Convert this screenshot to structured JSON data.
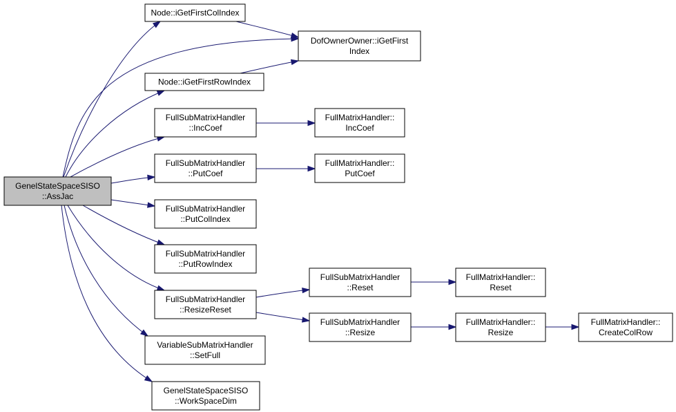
{
  "graph": {
    "root": {
      "id": "root",
      "lines": [
        "GenelStateSpaceSISO",
        "::AssJac"
      ]
    },
    "nodes": [
      {
        "id": "n1",
        "lines": [
          "Node::iGetFirstColIndex"
        ]
      },
      {
        "id": "n2",
        "lines": [
          "DofOwnerOwner::iGetFirst",
          "Index"
        ]
      },
      {
        "id": "n3",
        "lines": [
          "Node::iGetFirstRowIndex"
        ]
      },
      {
        "id": "n4",
        "lines": [
          "FullSubMatrixHandler",
          "::IncCoef"
        ]
      },
      {
        "id": "n5",
        "lines": [
          "FullMatrixHandler::",
          "IncCoef"
        ]
      },
      {
        "id": "n6",
        "lines": [
          "FullSubMatrixHandler",
          "::PutCoef"
        ]
      },
      {
        "id": "n7",
        "lines": [
          "FullMatrixHandler::",
          "PutCoef"
        ]
      },
      {
        "id": "n8",
        "lines": [
          "FullSubMatrixHandler",
          "::PutColIndex"
        ]
      },
      {
        "id": "n9",
        "lines": [
          "FullSubMatrixHandler",
          "::PutRowIndex"
        ]
      },
      {
        "id": "n10",
        "lines": [
          "FullSubMatrixHandler",
          "::ResizeReset"
        ]
      },
      {
        "id": "n11",
        "lines": [
          "FullSubMatrixHandler",
          "::Reset"
        ]
      },
      {
        "id": "n12",
        "lines": [
          "FullMatrixHandler::",
          "Reset"
        ]
      },
      {
        "id": "n13",
        "lines": [
          "FullSubMatrixHandler",
          "::Resize"
        ]
      },
      {
        "id": "n14",
        "lines": [
          "FullMatrixHandler::",
          "Resize"
        ]
      },
      {
        "id": "n15",
        "lines": [
          "FullMatrixHandler::",
          "CreateColRow"
        ]
      },
      {
        "id": "n16",
        "lines": [
          "VariableSubMatrixHandler",
          "::SetFull"
        ]
      },
      {
        "id": "n17",
        "lines": [
          "GenelStateSpaceSISO",
          "::WorkSpaceDim"
        ]
      }
    ],
    "edges": [
      {
        "from": "root",
        "to": "n1"
      },
      {
        "from": "root",
        "to": "n2"
      },
      {
        "from": "root",
        "to": "n3"
      },
      {
        "from": "root",
        "to": "n4"
      },
      {
        "from": "root",
        "to": "n6"
      },
      {
        "from": "root",
        "to": "n8"
      },
      {
        "from": "root",
        "to": "n9"
      },
      {
        "from": "root",
        "to": "n10"
      },
      {
        "from": "root",
        "to": "n16"
      },
      {
        "from": "root",
        "to": "n17"
      },
      {
        "from": "n1",
        "to": "n2"
      },
      {
        "from": "n3",
        "to": "n2"
      },
      {
        "from": "n4",
        "to": "n5"
      },
      {
        "from": "n6",
        "to": "n7"
      },
      {
        "from": "n10",
        "to": "n11"
      },
      {
        "from": "n10",
        "to": "n13"
      },
      {
        "from": "n11",
        "to": "n12"
      },
      {
        "from": "n13",
        "to": "n14"
      },
      {
        "from": "n14",
        "to": "n15"
      }
    ],
    "colors": {
      "edge": "#191970",
      "root_fill": "#bfbfbf",
      "node_fill": "#ffffff",
      "border": "#000000"
    }
  }
}
